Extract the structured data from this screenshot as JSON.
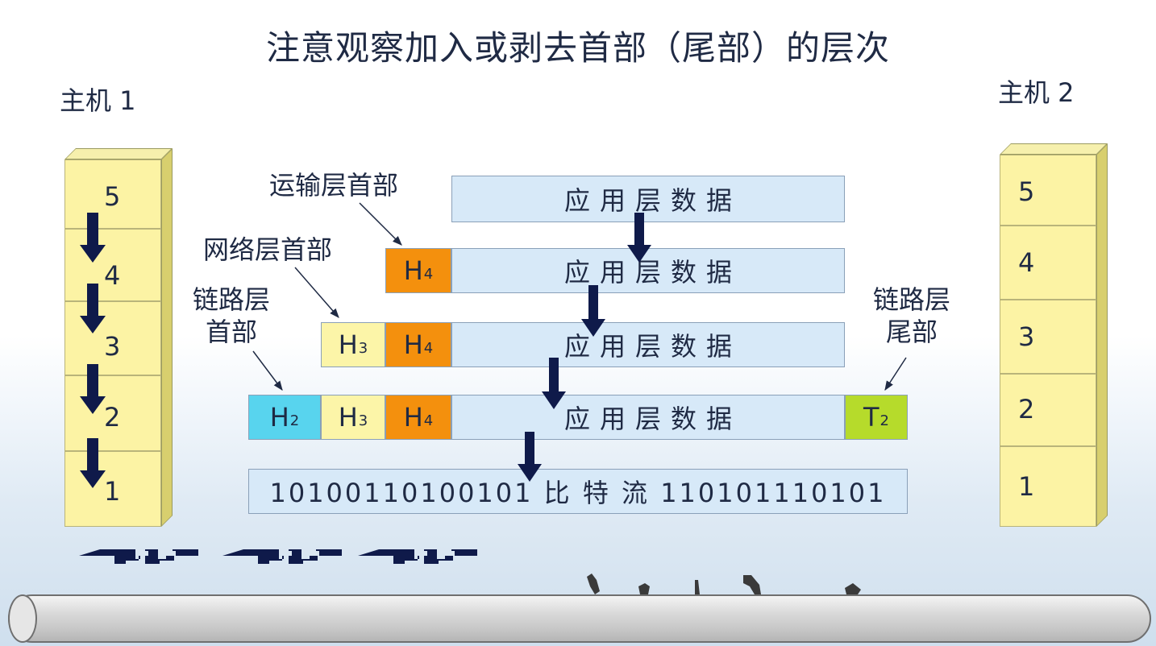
{
  "title": "注意观察加入或剥去首部（尾部）的层次",
  "host1": {
    "label": "主机 1",
    "layers": [
      "5",
      "4",
      "3",
      "2",
      "1"
    ]
  },
  "host2": {
    "label": "主机 2",
    "layers": [
      "5",
      "4",
      "3",
      "2",
      "1"
    ]
  },
  "labels": {
    "transport_header": "运输层首部",
    "network_header": "网络层首部",
    "link_header_line1": "链路层",
    "link_header_line2": "首部",
    "link_trailer_line1": "链路层",
    "link_trailer_line2": "尾部"
  },
  "pdu": {
    "data": "应用层数据",
    "h4": "H",
    "h4_sub": "4",
    "h3": "H",
    "h3_sub": "3",
    "h2": "H",
    "h2_sub": "2",
    "t2": "T",
    "t2_sub": "2",
    "bitstream": "10100110100101 比 特 流 110101110101"
  },
  "colors": {
    "layer_fill": "#fcf3a4",
    "data_fill": "#d7e9f8",
    "h4_fill": "#f4900d",
    "h3_fill": "#fcf5a8",
    "h2_fill": "#58d4ee",
    "t2_fill": "#b6db2b",
    "arrow": "#0f1a4a"
  }
}
